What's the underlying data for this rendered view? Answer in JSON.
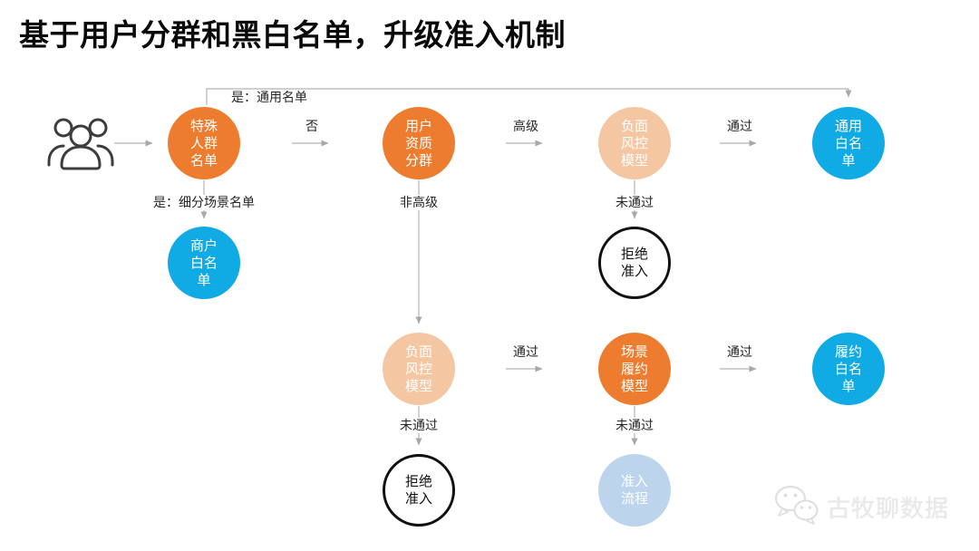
{
  "title": "基于用户分群和黑白名单，升级准入机制",
  "colors": {
    "node_orange": "#ED7C2F",
    "node_peach": "#F4C7A2",
    "node_blue": "#10ABE4",
    "node_lightblue": "#BCD5EC",
    "outline_node_border": "#111111",
    "connector_gray": "#B0B0B0",
    "label_text": "#262626",
    "watermark_gray": "#E9E9E9"
  },
  "icons": {
    "entry": "users-group-icon",
    "watermark": "chat-bubbles-icon"
  },
  "flow": {
    "nodes": [
      {
        "id": "special-crowd-list",
        "label": "特殊\n人群\n名单",
        "style": "orange"
      },
      {
        "id": "user-qualification-segment",
        "label": "用户\n资质\n分群",
        "style": "orange"
      },
      {
        "id": "negative-risk-model-top",
        "label": "负面\n风控\n模型",
        "style": "peach"
      },
      {
        "id": "general-whitelist",
        "label": "通用\n白名\n单",
        "style": "blue"
      },
      {
        "id": "merchant-whitelist",
        "label": "商户\n白名\n单",
        "style": "blue"
      },
      {
        "id": "deny-access-top",
        "label": "拒绝\n准入",
        "style": "outline"
      },
      {
        "id": "negative-risk-model-bottom",
        "label": "负面\n风控\n模型",
        "style": "peach"
      },
      {
        "id": "scenario-performance-model",
        "label": "场景\n履约\n模型",
        "style": "orange"
      },
      {
        "id": "performance-whitelist",
        "label": "履约\n白名\n单",
        "style": "blue"
      },
      {
        "id": "deny-access-bottom",
        "label": "拒绝\n准入",
        "style": "outline"
      },
      {
        "id": "access-process",
        "label": "准入\n流程",
        "style": "lightblue"
      }
    ],
    "edge_labels": {
      "yes_general": "是：通用名单",
      "no": "否",
      "advanced": "高级",
      "pass_1": "通过",
      "yes_segmented": "是：细分场景名单",
      "non_advanced": "非高级",
      "fail_1": "未通过",
      "pass_2": "通过",
      "pass_3": "通过",
      "fail_2": "未通过",
      "fail_3": "未通过"
    }
  },
  "watermark": {
    "label": "古牧聊数据"
  }
}
